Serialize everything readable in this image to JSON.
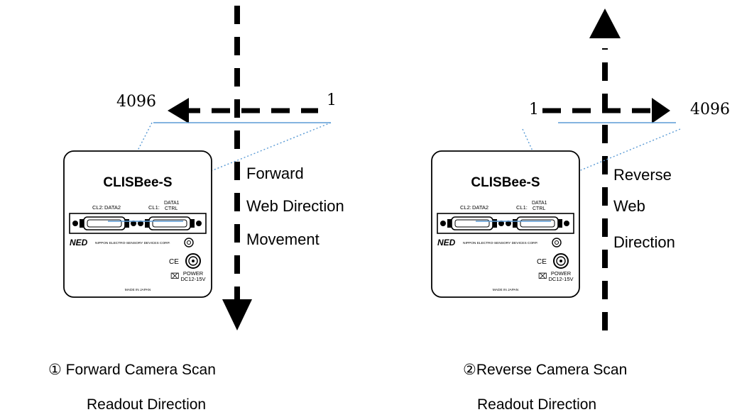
{
  "colors": {
    "arrow": "#000000",
    "sensor_line": "#5b9bd5",
    "camera_body": "#ffffff",
    "camera_outline": "#000000"
  },
  "camera": {
    "model": "CLISBee-S",
    "cl2_label": "CL2:",
    "cl2_port": "DATA2",
    "cl1_label": "CL1:",
    "cl1_port_line1": "DATA1",
    "cl1_port_line2": "CTRL",
    "maker_logo": "NED",
    "maker_name": "NIPPON ELECTRO-SENSORY DEVICES CORP.",
    "ce_mark": "CE",
    "weee_mark": "⌧",
    "power_line1": "POWER",
    "power_line2": "DC12-15V",
    "made_in": "MADE IN JAPAN",
    "power_icon": "circular-connector-icon",
    "port_icon": "d-sub-connector-icon"
  },
  "forward": {
    "pixel_left": "4096",
    "pixel_right": "1",
    "web_text": [
      "Forward",
      "Web Direction",
      "Movement"
    ],
    "caption_line1": "①  Forward Camera Scan",
    "caption_line2": "Readout Direction"
  },
  "reverse": {
    "pixel_left": "1",
    "pixel_right": "4096",
    "web_text": [
      "Reverse",
      "Web",
      "Direction"
    ],
    "caption_line1": "②Reverse Camera Scan",
    "caption_line2": "Readout Direction"
  }
}
